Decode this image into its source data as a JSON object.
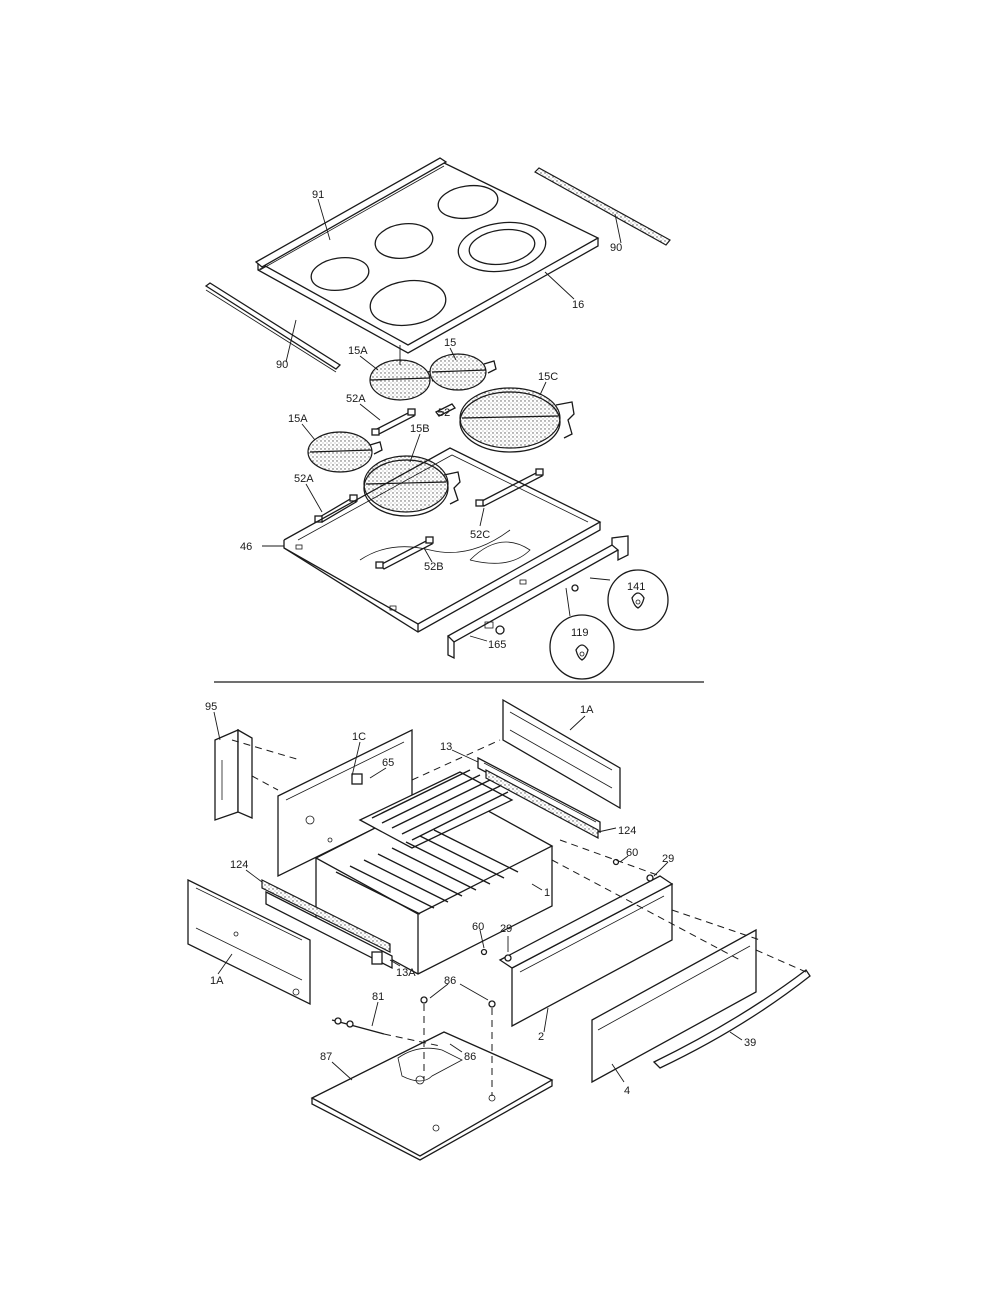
{
  "labels": {
    "l91": "91",
    "l90a": "90",
    "l90b": "90",
    "l16": "16",
    "l15a1": "15A",
    "l15": "15",
    "l15c": "15C",
    "l52a1": "52A",
    "l52": "52",
    "l15a2": "15A",
    "l15b": "15B",
    "l52a2": "52A",
    "l52c": "52C",
    "l46": "46",
    "l52b": "52B",
    "l141": "141",
    "l119": "119",
    "l165": "165",
    "l95": "95",
    "l1c": "1C",
    "l65": "65",
    "l13": "13",
    "l1a1": "1A",
    "l124a": "124",
    "l60a": "60",
    "l29a": "29",
    "l124b": "124",
    "l1": "1",
    "l60b": "60",
    "l29b": "29",
    "l13a": "13A",
    "l1a2": "1A",
    "l86a": "86",
    "l81": "81",
    "l86b": "86",
    "l2": "2",
    "l39": "39",
    "l87": "87",
    "l4": "4"
  }
}
